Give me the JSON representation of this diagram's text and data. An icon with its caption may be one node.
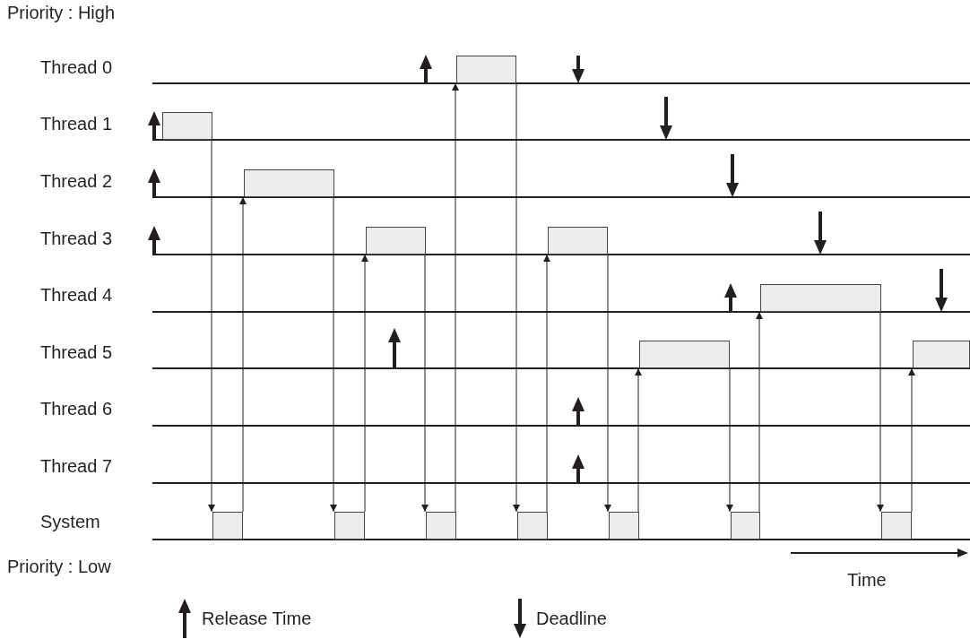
{
  "diagram": {
    "nodes": [
      {
        "text": [],
        "shape": "box"
      },
      {
        "text": [],
        "shape": "box"
      },
      {
        "text": [],
        "shape": "box"
      },
      {
        "text": [],
        "shape": "box"
      },
      {
        "text": [],
        "shape": "box"
      },
      {
        "text": [],
        "shape": "box"
      },
      {
        "text": [],
        "shape": "box"
      },
      {
        "text": [],
        "shape": "box"
      },
      {
        "text": [],
        "shape": "box"
      },
      {
        "text": [],
        "shape": "box"
      },
      {
        "text": [],
        "shape": "box"
      },
      {
        "text": [],
        "shape": "box"
      },
      {
        "text": [],
        "shape": "box"
      },
      {
        "text": [],
        "shape": "box"
      },
      {
        "text": [],
        "shape": "box"
      }
    ],
    "edges": [
      {
        "from": 1,
        "to": 8,
        "arrow": "to"
      },
      {
        "from": 8,
        "to": 2,
        "arrow": "to"
      },
      {
        "from": 2,
        "to": 9,
        "arrow": "to"
      },
      {
        "from": 9,
        "to": 3,
        "arrow": "to"
      },
      {
        "from": 3,
        "to": 10,
        "arrow": "to"
      },
      {
        "from": 10,
        "to": 0,
        "arrow": "to"
      },
      {
        "from": 0,
        "to": 11,
        "arrow": "to"
      },
      {
        "from": 11,
        "to": 4,
        "arrow": "to"
      },
      {
        "from": 4,
        "to": 12,
        "arrow": "to"
      },
      {
        "from": 12,
        "to": 6,
        "arrow": "to"
      },
      {
        "from": 6,
        "to": 13,
        "arrow": "to"
      },
      {
        "from": 13,
        "to": 5,
        "arrow": "to"
      },
      {
        "from": 5,
        "to": 14,
        "arrow": "to"
      },
      {
        "from": 14,
        "to": 7,
        "arrow": "to"
      }
    ],
    "labels": [
      "Priority : High",
      "Thread 0",
      "Thread 1",
      "Thread 2",
      "Thread 3",
      "Thread 4",
      "Thread 5",
      "Thread 6",
      "Thread 7",
      "System",
      "Priority : Low",
      "Time"
    ],
    "legend": [
      {
        "text": "Release Time"
      },
      {
        "text": "Deadline"
      }
    ]
  }
}
